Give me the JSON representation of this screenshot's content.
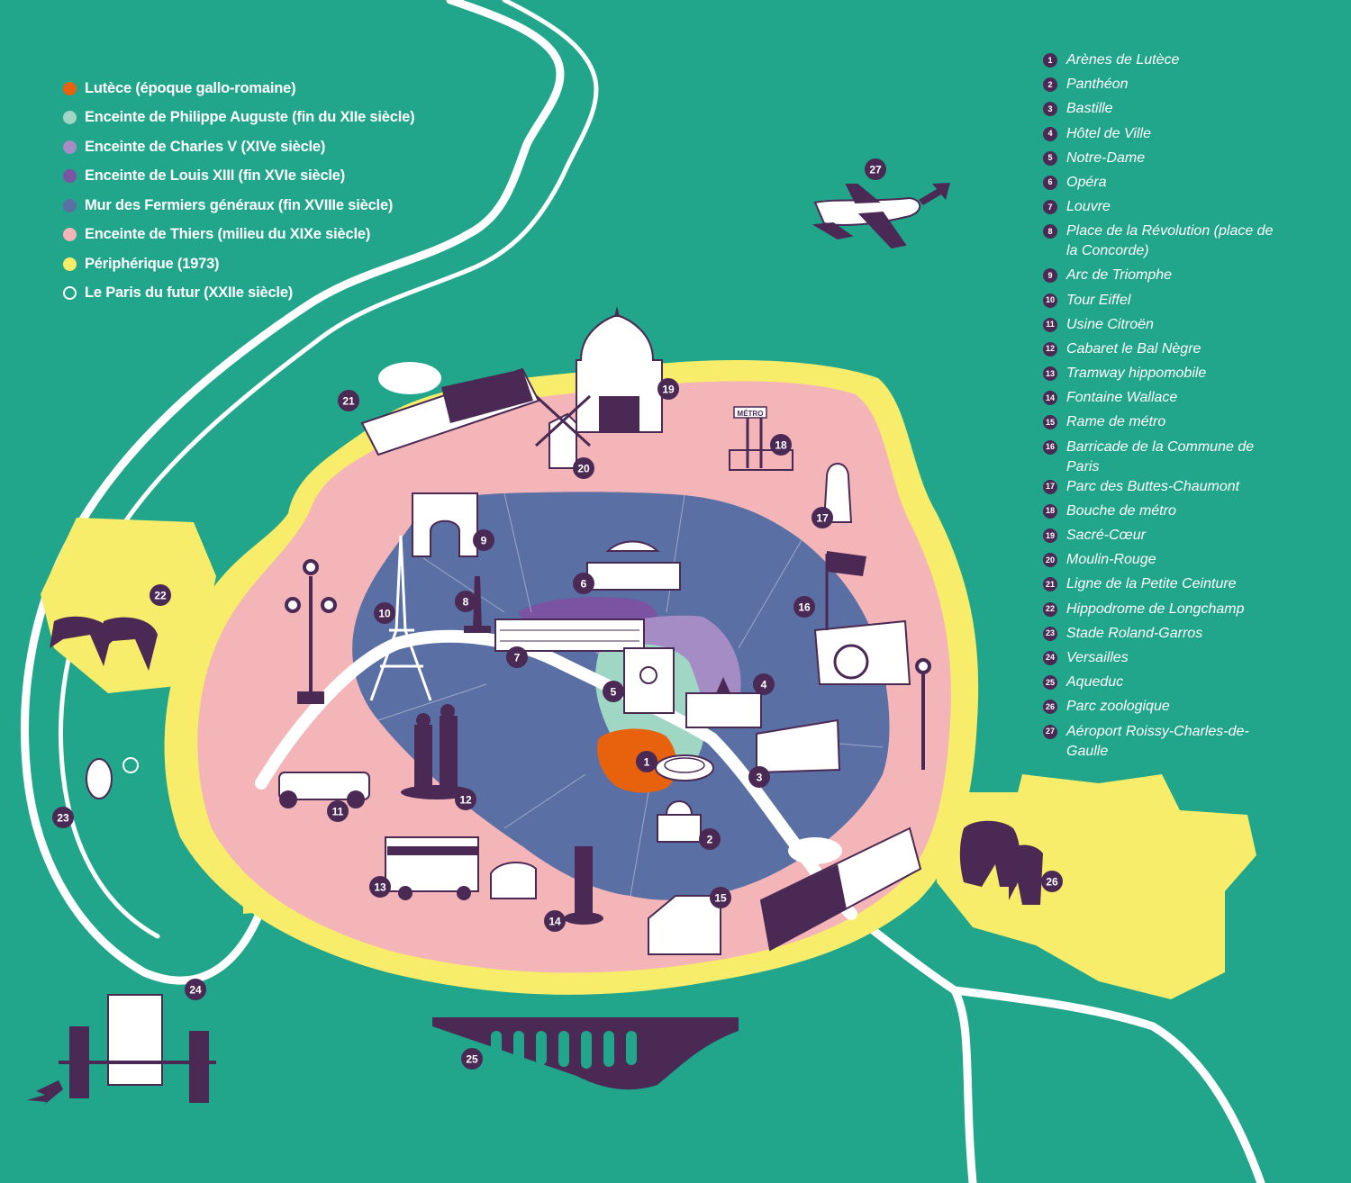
{
  "colors": {
    "background": "#21a58b",
    "lutece": "#e8620d",
    "philippe_auguste": "#9fd6c4",
    "charles_v": "#a68cc4",
    "louis_xiii": "#7a53a3",
    "fermiers_generaux": "#5a6fa3",
    "thiers": "#f4b5b8",
    "peripherique": "#f7ed6a",
    "futur": "#21a58b",
    "marker": "#4a2a55",
    "river": "#ffffff"
  },
  "legend": [
    {
      "label": "Lutèce (époque gallo-romaine)",
      "color": "#e8620d"
    },
    {
      "label": "Enceinte de Philippe Auguste (fin du XIIe siècle)",
      "color": "#9fd6c4"
    },
    {
      "label": "Enceinte de Charles V (XIVe siècle)",
      "color": "#a68cc4"
    },
    {
      "label": "Enceinte de Louis XIII (fin XVIe siècle)",
      "color": "#7a53a3"
    },
    {
      "label": "Mur des Fermiers généraux (fin XVIIIe siècle)",
      "color": "#5a6fa3"
    },
    {
      "label": "Enceinte de Thiers (milieu du XIXe siècle)",
      "color": "#f4b5b8"
    },
    {
      "label": "Périphérique (1973)",
      "color": "#f7ed6a"
    },
    {
      "label": "Le Paris du futur (XXIIe siècle)",
      "color": "#21a58b",
      "outline": true
    }
  ],
  "places": [
    {
      "num": "1",
      "name": "Arènes de Lutèce"
    },
    {
      "num": "2",
      "name": "Panthéon"
    },
    {
      "num": "3",
      "name": "Bastille"
    },
    {
      "num": "4",
      "name": "Hôtel de Ville"
    },
    {
      "num": "5",
      "name": "Notre-Dame"
    },
    {
      "num": "6",
      "name": "Opéra"
    },
    {
      "num": "7",
      "name": "Louvre"
    },
    {
      "num": "8",
      "name": "Place de la Révolution (place de la Concorde)"
    },
    {
      "num": "9",
      "name": "Arc de Triomphe"
    },
    {
      "num": "10",
      "name": "Tour Eiffel"
    },
    {
      "num": "11",
      "name": "Usine Citroën"
    },
    {
      "num": "12",
      "name": "Cabaret le Bal Nègre"
    },
    {
      "num": "13",
      "name": "Tramway hippomobile"
    },
    {
      "num": "14",
      "name": "Fontaine Wallace"
    },
    {
      "num": "15",
      "name": "Rame de métro"
    },
    {
      "num": "16",
      "name": "Barricade de la Commune de Paris"
    },
    {
      "num": "17",
      "name": "Parc des Buttes-Chaumont"
    },
    {
      "num": "18",
      "name": "Bouche de métro"
    },
    {
      "num": "19",
      "name": "Sacré-Cœur"
    },
    {
      "num": "20",
      "name": "Moulin-Rouge"
    },
    {
      "num": "21",
      "name": "Ligne de la Petite Ceinture"
    },
    {
      "num": "22",
      "name": "Hippodrome de Longchamp"
    },
    {
      "num": "23",
      "name": "Stade Roland-Garros"
    },
    {
      "num": "24",
      "name": "Versailles"
    },
    {
      "num": "25",
      "name": "Aqueduc"
    },
    {
      "num": "26",
      "name": "Parc zoologique"
    },
    {
      "num": "27",
      "name": "Aéroport Roissy-Charles-de-Gaulle"
    }
  ],
  "metro_sign": "MÉTRO"
}
